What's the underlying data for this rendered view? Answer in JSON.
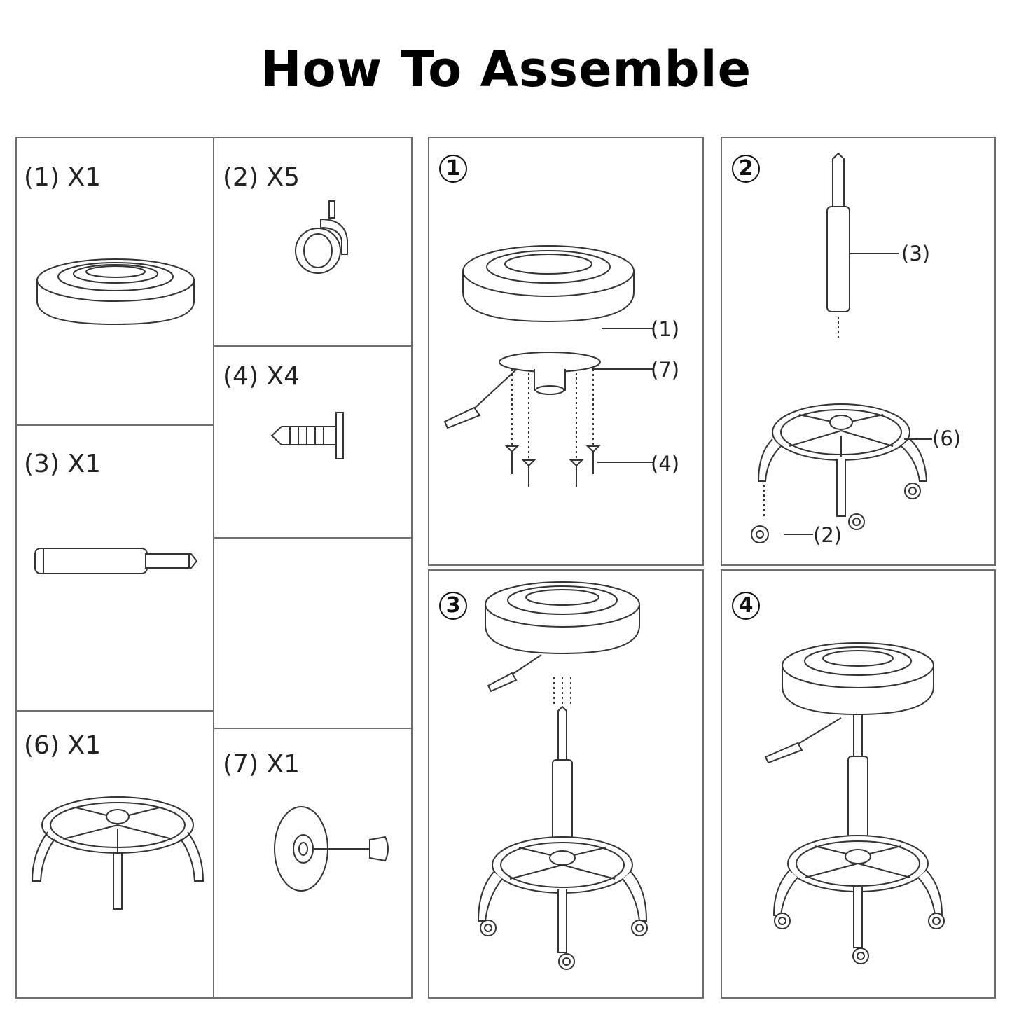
{
  "title": "How To Assemble",
  "parts": [
    {
      "id": "seat",
      "label": "(1) X1"
    },
    {
      "id": "caster",
      "label": "(2) X5"
    },
    {
      "id": "gas-lift",
      "label": "(3) X1"
    },
    {
      "id": "screw",
      "label": "(4) X4"
    },
    {
      "id": "base",
      "label": "(6) X1"
    },
    {
      "id": "mechanism",
      "label": "(7) X1"
    }
  ],
  "steps": [
    {
      "number": "1",
      "callouts": [
        "(1)",
        "(7)",
        "(4)"
      ]
    },
    {
      "number": "2",
      "callouts": [
        "(3)",
        "(6)",
        "(2)"
      ]
    },
    {
      "number": "3",
      "callouts": []
    },
    {
      "number": "4",
      "callouts": []
    }
  ]
}
